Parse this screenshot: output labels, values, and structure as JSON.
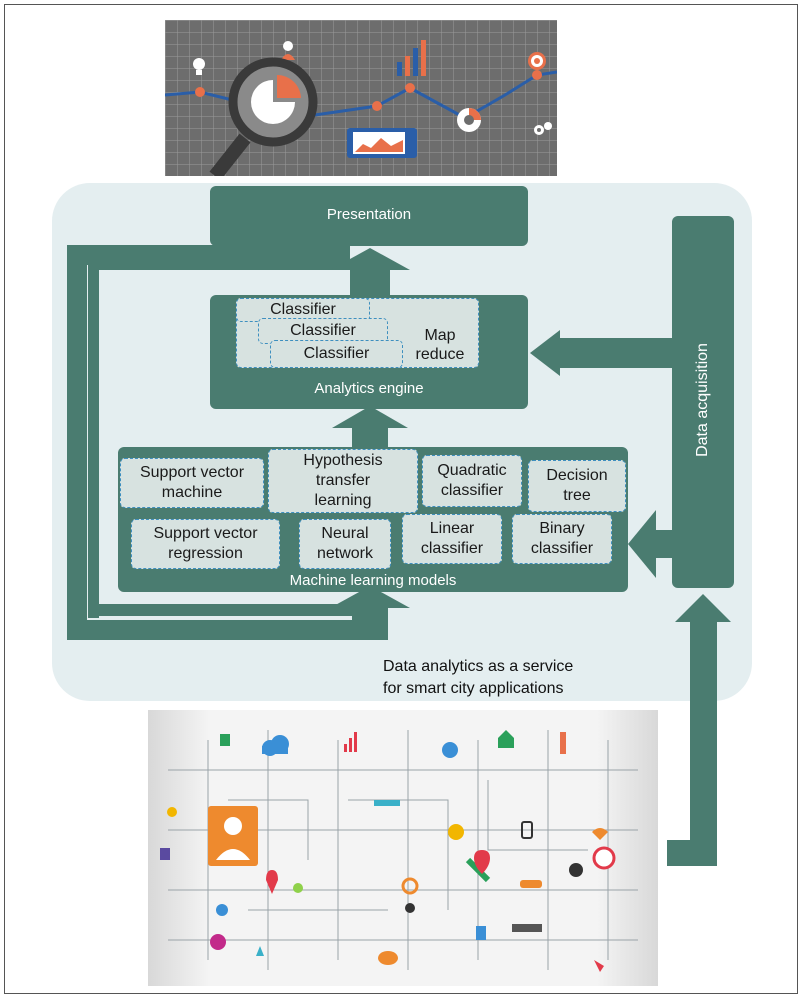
{
  "diagram": {
    "presentation_label": "Presentation",
    "analytics_engine_label": "Analytics engine",
    "classifier_1": "Classifier",
    "classifier_2": "Classifier",
    "classifier_3": "Classifier",
    "map_reduce_line1": "Map",
    "map_reduce_line2": "reduce",
    "ml_models_label": "Machine learning models",
    "data_acquisition_label": "Data acquisition",
    "models": {
      "svm": [
        "Support vector",
        "machine"
      ],
      "htl": [
        "Hypothesis",
        "transfer",
        "learning"
      ],
      "quadratic": [
        "Quadratic",
        "classifier"
      ],
      "decision_tree": [
        "Decision",
        "tree"
      ],
      "svr": [
        "Support vector",
        "regression"
      ],
      "neural": [
        "Neural",
        "network"
      ],
      "linear": [
        "Linear",
        "classifier"
      ],
      "binary": [
        "Binary",
        "classifier"
      ]
    },
    "caption_line1": "Data analytics as a service",
    "caption_line2": "for smart city applications"
  },
  "colors": {
    "box": "#4a7c70",
    "panel": "#e4eef0",
    "cell": "#d7e2e0",
    "dashed_border": "#3e8fbf",
    "accent_orange": "#e8704a",
    "chart_blue": "#2a5ea8"
  },
  "icons": [
    "magnifier-icon",
    "lightbulb-icon",
    "person-icon",
    "bar-chart-icon",
    "target-icon",
    "donut-icon",
    "gear-icon",
    "phone-icon",
    "user-profile-icon",
    "cloud-icon",
    "wifi-icon",
    "location-pin-icon",
    "email-icon",
    "satellite-dish-icon"
  ]
}
